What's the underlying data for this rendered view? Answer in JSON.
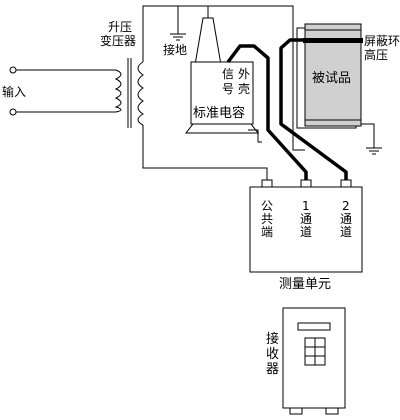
{
  "labels": {
    "input": "输入",
    "transformer_line1": "升压",
    "transformer_line2": "变压器",
    "ground": "接地",
    "signal_1": "信",
    "signal_2": "号",
    "shell_1": "外",
    "shell_2": "壳",
    "standard_capacitor": "标准电容",
    "shield_ring": "屏蔽环",
    "high_voltage": "高压",
    "test_object": "被试品",
    "common_1": "公",
    "common_2": "共",
    "common_3": "端",
    "ch1_num": "1",
    "ch1_a": "通",
    "ch1_b": "道",
    "ch2_num": "2",
    "ch2_a": "通",
    "ch2_b": "道",
    "measurement_unit": "测量单元",
    "receiver_1": "接",
    "receiver_2": "收",
    "receiver_3": "器"
  }
}
